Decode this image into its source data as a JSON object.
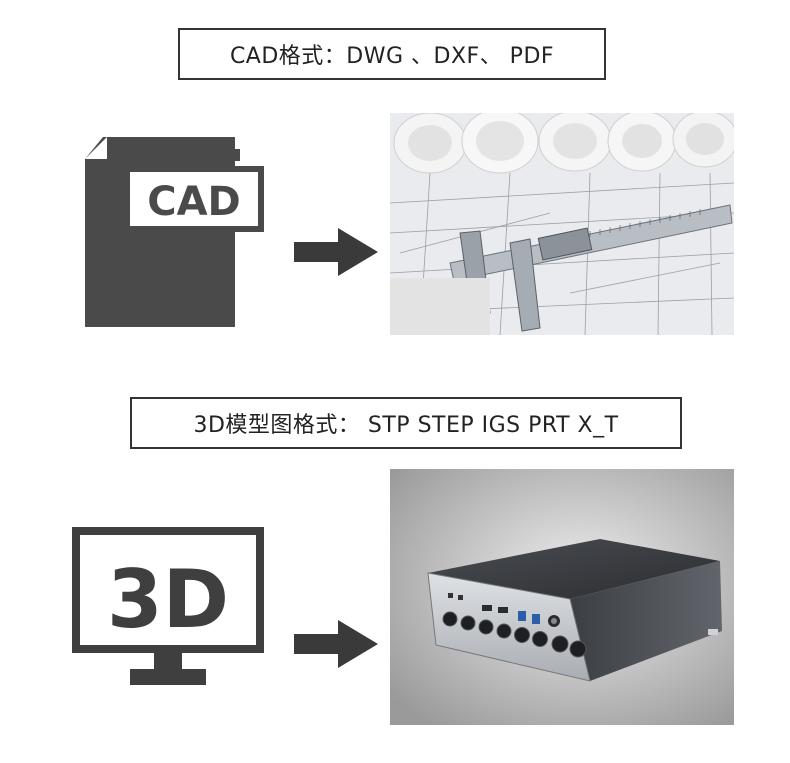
{
  "labels": {
    "cad_formats": "CAD格式：DWG 、DXF、 PDF",
    "model_formats": "3D模型图格式： STP STEP IGS PRT X_T"
  },
  "icons": {
    "cad_file": {
      "name": "cad-file-icon",
      "text": "CAD"
    },
    "monitor": {
      "name": "monitor-3d-icon",
      "text": "3D"
    },
    "arrow": "arrow-right-icon"
  },
  "photos": {
    "blueprint": "blueprint-caliper-photo",
    "enclosure": "aluminum-enclosure-photo"
  },
  "colors": {
    "icon_dark": "#4a4a4a",
    "border": "#333333"
  }
}
